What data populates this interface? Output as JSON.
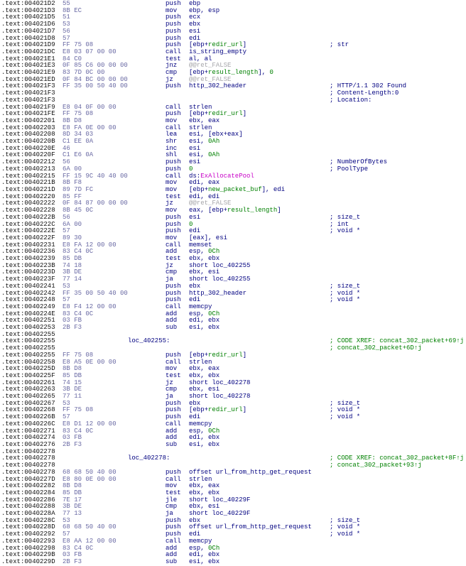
{
  "view": {
    "kind": "disassembly-listing",
    "segment_prefix": ".text:",
    "function_name": "concat_302_packet"
  },
  "colors": {
    "background": "#ffffff",
    "address": "#101010",
    "opcode_bytes": "#6a6aa4",
    "code": "#000080",
    "green": "#008000",
    "gray": "#a6a6aa",
    "magenta": "#c800c8"
  },
  "token_legend": {
    "c": "code-text",
    "g": "local-or-number",
    "y": "dummy-name",
    "m": "import-name"
  },
  "listing": {
    "lines": [
      {
        "addr": "004021D2",
        "bytes": "55",
        "mnemonic": "push",
        "operands": [
          [
            "ebp",
            "c"
          ]
        ]
      },
      {
        "addr": "004021D3",
        "bytes": "8B EC",
        "mnemonic": "mov",
        "operands": [
          [
            "ebp, esp",
            "c"
          ]
        ]
      },
      {
        "addr": "004021D5",
        "bytes": "51",
        "mnemonic": "push",
        "operands": [
          [
            "ecx",
            "c"
          ]
        ]
      },
      {
        "addr": "004021D6",
        "bytes": "53",
        "mnemonic": "push",
        "operands": [
          [
            "ebx",
            "c"
          ]
        ]
      },
      {
        "addr": "004021D7",
        "bytes": "56",
        "mnemonic": "push",
        "operands": [
          [
            "esi",
            "c"
          ]
        ]
      },
      {
        "addr": "004021D8",
        "bytes": "57",
        "mnemonic": "push",
        "operands": [
          [
            "edi",
            "c"
          ]
        ]
      },
      {
        "addr": "004021D9",
        "bytes": "FF 75 08",
        "mnemonic": "push",
        "operands": [
          [
            "[ebp+",
            "c"
          ],
          [
            "redir_url",
            "g"
          ],
          [
            "]",
            "c"
          ]
        ],
        "comment": "; str",
        "comment_type": "a"
      },
      {
        "addr": "004021DC",
        "bytes": "E8 03 07 00 00",
        "mnemonic": "call",
        "operands": [
          [
            "is_string_empty",
            "c"
          ]
        ]
      },
      {
        "addr": "004021E1",
        "bytes": "84 C0",
        "mnemonic": "test",
        "operands": [
          [
            "al, al",
            "c"
          ]
        ]
      },
      {
        "addr": "004021E3",
        "bytes": "0F 85 C6 00 00 00",
        "mnemonic": "jnz",
        "operands": [
          [
            "@@ret_FALSE",
            "y"
          ]
        ]
      },
      {
        "addr": "004021E9",
        "bytes": "83 7D 0C 00",
        "mnemonic": "cmp",
        "operands": [
          [
            "[ebp+",
            "c"
          ],
          [
            "result_length",
            "g"
          ],
          [
            "], ",
            "c"
          ],
          [
            "0",
            "g"
          ]
        ]
      },
      {
        "addr": "004021ED",
        "bytes": "0F 84 BC 00 00 00",
        "mnemonic": "jz",
        "operands": [
          [
            "@@ret_FALSE",
            "y"
          ]
        ]
      },
      {
        "addr": "004021F3",
        "bytes": "FF 35 00 50 40 00",
        "mnemonic": "push",
        "operands": [
          [
            "http_302_header",
            "c"
          ]
        ],
        "comment": "; HTTP/1.1 302 Found",
        "comment_type": "a"
      },
      {
        "addr": "004021F3",
        "comment": "; Content-Length:0",
        "comment_type": "a"
      },
      {
        "addr": "004021F3",
        "comment": "; Location:",
        "comment_type": "a"
      },
      {
        "addr": "004021F9",
        "bytes": "E8 04 0F 00 00",
        "mnemonic": "call",
        "operands": [
          [
            "strlen",
            "c"
          ]
        ]
      },
      {
        "addr": "004021FE",
        "bytes": "FF 75 08",
        "mnemonic": "push",
        "operands": [
          [
            "[ebp+",
            "c"
          ],
          [
            "redir_url",
            "g"
          ],
          [
            "]",
            "c"
          ]
        ]
      },
      {
        "addr": "00402201",
        "bytes": "8B D8",
        "mnemonic": "mov",
        "operands": [
          [
            "ebx, eax",
            "c"
          ]
        ]
      },
      {
        "addr": "00402203",
        "bytes": "E8 FA 0E 00 00",
        "mnemonic": "call",
        "operands": [
          [
            "strlen",
            "c"
          ]
        ]
      },
      {
        "addr": "00402208",
        "bytes": "8D 34 03",
        "mnemonic": "lea",
        "operands": [
          [
            "esi, [ebx+eax]",
            "c"
          ]
        ]
      },
      {
        "addr": "0040220B",
        "bytes": "C1 EE 0A",
        "mnemonic": "shr",
        "operands": [
          [
            "esi, ",
            "c"
          ],
          [
            "0Ah",
            "g"
          ]
        ]
      },
      {
        "addr": "0040220E",
        "bytes": "46",
        "mnemonic": "inc",
        "operands": [
          [
            "esi",
            "c"
          ]
        ]
      },
      {
        "addr": "0040220F",
        "bytes": "C1 E6 0A",
        "mnemonic": "shl",
        "operands": [
          [
            "esi, ",
            "c"
          ],
          [
            "0Ah",
            "g"
          ]
        ]
      },
      {
        "addr": "00402212",
        "bytes": "56",
        "mnemonic": "push",
        "operands": [
          [
            "esi",
            "c"
          ]
        ],
        "comment": "; NumberOfBytes",
        "comment_type": "a"
      },
      {
        "addr": "00402213",
        "bytes": "6A 00",
        "mnemonic": "push",
        "operands": [
          [
            "0",
            "g"
          ]
        ],
        "comment": "; PoolType",
        "comment_type": "a"
      },
      {
        "addr": "00402215",
        "bytes": "FF 15 9C 40 40 00",
        "mnemonic": "call",
        "operands": [
          [
            "ds:",
            "c"
          ],
          [
            "ExAllocatePool",
            "m"
          ]
        ]
      },
      {
        "addr": "0040221B",
        "bytes": "8B F8",
        "mnemonic": "mov",
        "operands": [
          [
            "edi, eax",
            "c"
          ]
        ]
      },
      {
        "addr": "0040221D",
        "bytes": "89 7D FC",
        "mnemonic": "mov",
        "operands": [
          [
            "[ebp+",
            "c"
          ],
          [
            "new_packet_buf",
            "g"
          ],
          [
            "], edi",
            "c"
          ]
        ]
      },
      {
        "addr": "00402220",
        "bytes": "85 FF",
        "mnemonic": "test",
        "operands": [
          [
            "edi, edi",
            "c"
          ]
        ]
      },
      {
        "addr": "00402222",
        "bytes": "0F 84 87 00 00 00",
        "mnemonic": "jz",
        "operands": [
          [
            "@@ret_FALSE",
            "y"
          ]
        ]
      },
      {
        "addr": "00402228",
        "bytes": "8B 45 0C",
        "mnemonic": "mov",
        "operands": [
          [
            "eax, [ebp+",
            "c"
          ],
          [
            "result_length",
            "g"
          ],
          [
            "]",
            "c"
          ]
        ]
      },
      {
        "addr": "0040222B",
        "bytes": "56",
        "mnemonic": "push",
        "operands": [
          [
            "esi",
            "c"
          ]
        ],
        "comment": "; size_t",
        "comment_type": "a"
      },
      {
        "addr": "0040222C",
        "bytes": "6A 00",
        "mnemonic": "push",
        "operands": [
          [
            "0",
            "g"
          ]
        ],
        "comment": "; int",
        "comment_type": "a"
      },
      {
        "addr": "0040222E",
        "bytes": "57",
        "mnemonic": "push",
        "operands": [
          [
            "edi",
            "c"
          ]
        ],
        "comment": "; void *",
        "comment_type": "a"
      },
      {
        "addr": "0040222F",
        "bytes": "89 30",
        "mnemonic": "mov",
        "operands": [
          [
            "[eax], esi",
            "c"
          ]
        ]
      },
      {
        "addr": "00402231",
        "bytes": "E8 FA 12 00 00",
        "mnemonic": "call",
        "operands": [
          [
            "memset",
            "c"
          ]
        ]
      },
      {
        "addr": "00402236",
        "bytes": "83 C4 0C",
        "mnemonic": "add",
        "operands": [
          [
            "esp, ",
            "c"
          ],
          [
            "0Ch",
            "g"
          ]
        ]
      },
      {
        "addr": "00402239",
        "bytes": "85 DB",
        "mnemonic": "test",
        "operands": [
          [
            "ebx, ebx",
            "c"
          ]
        ]
      },
      {
        "addr": "0040223B",
        "bytes": "74 18",
        "mnemonic": "jz",
        "operands": [
          [
            "short loc_402255",
            "c"
          ]
        ]
      },
      {
        "addr": "0040223D",
        "bytes": "3B DE",
        "mnemonic": "cmp",
        "operands": [
          [
            "ebx, esi",
            "c"
          ]
        ]
      },
      {
        "addr": "0040223F",
        "bytes": "77 14",
        "mnemonic": "ja",
        "operands": [
          [
            "short loc_402255",
            "c"
          ]
        ]
      },
      {
        "addr": "00402241",
        "bytes": "53",
        "mnemonic": "push",
        "operands": [
          [
            "ebx",
            "c"
          ]
        ],
        "comment": "; size_t",
        "comment_type": "a"
      },
      {
        "addr": "00402242",
        "bytes": "FF 35 00 50 40 00",
        "mnemonic": "push",
        "operands": [
          [
            "http_302_header",
            "c"
          ]
        ],
        "comment": "; void *",
        "comment_type": "a"
      },
      {
        "addr": "00402248",
        "bytes": "57",
        "mnemonic": "push",
        "operands": [
          [
            "edi",
            "c"
          ]
        ],
        "comment": "; void *",
        "comment_type": "a"
      },
      {
        "addr": "00402249",
        "bytes": "E8 F4 12 00 00",
        "mnemonic": "call",
        "operands": [
          [
            "memcpy",
            "c"
          ]
        ]
      },
      {
        "addr": "0040224E",
        "bytes": "83 C4 0C",
        "mnemonic": "add",
        "operands": [
          [
            "esp, ",
            "c"
          ],
          [
            "0Ch",
            "g"
          ]
        ]
      },
      {
        "addr": "00402251",
        "bytes": "03 FB",
        "mnemonic": "add",
        "operands": [
          [
            "edi, ebx",
            "c"
          ]
        ]
      },
      {
        "addr": "00402253",
        "bytes": "2B F3",
        "mnemonic": "sub",
        "operands": [
          [
            "esi, ebx",
            "c"
          ]
        ]
      },
      {
        "addr": "00402255"
      },
      {
        "addr": "00402255",
        "label": "loc_402255:",
        "comment": "; CODE XREF: concat_302_packet+69↑j",
        "comment_type": "x"
      },
      {
        "addr": "00402255",
        "comment": "; concat_302_packet+6D↑j",
        "comment_type": "x"
      },
      {
        "addr": "00402255",
        "bytes": "FF 75 08",
        "mnemonic": "push",
        "operands": [
          [
            "[ebp+",
            "c"
          ],
          [
            "redir_url",
            "g"
          ],
          [
            "]",
            "c"
          ]
        ]
      },
      {
        "addr": "00402258",
        "bytes": "E8 A5 0E 00 00",
        "mnemonic": "call",
        "operands": [
          [
            "strlen",
            "c"
          ]
        ]
      },
      {
        "addr": "0040225D",
        "bytes": "8B D8",
        "mnemonic": "mov",
        "operands": [
          [
            "ebx, eax",
            "c"
          ]
        ]
      },
      {
        "addr": "0040225F",
        "bytes": "85 DB",
        "mnemonic": "test",
        "operands": [
          [
            "ebx, ebx",
            "c"
          ]
        ]
      },
      {
        "addr": "00402261",
        "bytes": "74 15",
        "mnemonic": "jz",
        "operands": [
          [
            "short loc_402278",
            "c"
          ]
        ]
      },
      {
        "addr": "00402263",
        "bytes": "3B DE",
        "mnemonic": "cmp",
        "operands": [
          [
            "ebx, esi",
            "c"
          ]
        ]
      },
      {
        "addr": "00402265",
        "bytes": "77 11",
        "mnemonic": "ja",
        "operands": [
          [
            "short loc_402278",
            "c"
          ]
        ]
      },
      {
        "addr": "00402267",
        "bytes": "53",
        "mnemonic": "push",
        "operands": [
          [
            "ebx",
            "c"
          ]
        ],
        "comment": "; size_t",
        "comment_type": "a"
      },
      {
        "addr": "00402268",
        "bytes": "FF 75 08",
        "mnemonic": "push",
        "operands": [
          [
            "[ebp+",
            "c"
          ],
          [
            "redir_url",
            "g"
          ],
          [
            "]",
            "c"
          ]
        ],
        "comment": "; void *",
        "comment_type": "a"
      },
      {
        "addr": "0040226B",
        "bytes": "57",
        "mnemonic": "push",
        "operands": [
          [
            "edi",
            "c"
          ]
        ],
        "comment": "; void *",
        "comment_type": "a"
      },
      {
        "addr": "0040226C",
        "bytes": "E8 D1 12 00 00",
        "mnemonic": "call",
        "operands": [
          [
            "memcpy",
            "c"
          ]
        ]
      },
      {
        "addr": "00402271",
        "bytes": "83 C4 0C",
        "mnemonic": "add",
        "operands": [
          [
            "esp, ",
            "c"
          ],
          [
            "0Ch",
            "g"
          ]
        ]
      },
      {
        "addr": "00402274",
        "bytes": "03 FB",
        "mnemonic": "add",
        "operands": [
          [
            "edi, ebx",
            "c"
          ]
        ]
      },
      {
        "addr": "00402276",
        "bytes": "2B F3",
        "mnemonic": "sub",
        "operands": [
          [
            "esi, ebx",
            "c"
          ]
        ]
      },
      {
        "addr": "00402278"
      },
      {
        "addr": "00402278",
        "label": "loc_402278:",
        "comment": "; CODE XREF: concat_302_packet+8F↑j",
        "comment_type": "x"
      },
      {
        "addr": "00402278",
        "comment": "; concat_302_packet+93↑j",
        "comment_type": "x"
      },
      {
        "addr": "00402278",
        "bytes": "68 68 50 40 00",
        "mnemonic": "push",
        "operands": [
          [
            "offset url_from_http_get_request",
            "c"
          ]
        ]
      },
      {
        "addr": "0040227D",
        "bytes": "E8 80 0E 00 00",
        "mnemonic": "call",
        "operands": [
          [
            "strlen",
            "c"
          ]
        ]
      },
      {
        "addr": "00402282",
        "bytes": "8B D8",
        "mnemonic": "mov",
        "operands": [
          [
            "ebx, eax",
            "c"
          ]
        ]
      },
      {
        "addr": "00402284",
        "bytes": "85 DB",
        "mnemonic": "test",
        "operands": [
          [
            "ebx, ebx",
            "c"
          ]
        ]
      },
      {
        "addr": "00402286",
        "bytes": "7E 17",
        "mnemonic": "jle",
        "operands": [
          [
            "short loc_40229F",
            "c"
          ]
        ]
      },
      {
        "addr": "00402288",
        "bytes": "3B DE",
        "mnemonic": "cmp",
        "operands": [
          [
            "ebx, esi",
            "c"
          ]
        ]
      },
      {
        "addr": "0040228A",
        "bytes": "77 13",
        "mnemonic": "ja",
        "operands": [
          [
            "short loc_40229F",
            "c"
          ]
        ]
      },
      {
        "addr": "0040228C",
        "bytes": "53",
        "mnemonic": "push",
        "operands": [
          [
            "ebx",
            "c"
          ]
        ],
        "comment": "; size_t",
        "comment_type": "a"
      },
      {
        "addr": "0040228D",
        "bytes": "68 68 50 40 00",
        "mnemonic": "push",
        "operands": [
          [
            "offset url_from_http_get_request",
            "c"
          ]
        ],
        "comment": "; void *",
        "comment_type": "a"
      },
      {
        "addr": "00402292",
        "bytes": "57",
        "mnemonic": "push",
        "operands": [
          [
            "edi",
            "c"
          ]
        ],
        "comment": "; void *",
        "comment_type": "a"
      },
      {
        "addr": "00402293",
        "bytes": "E8 AA 12 00 00",
        "mnemonic": "call",
        "operands": [
          [
            "memcpy",
            "c"
          ]
        ]
      },
      {
        "addr": "00402298",
        "bytes": "83 C4 0C",
        "mnemonic": "add",
        "operands": [
          [
            "esp, ",
            "c"
          ],
          [
            "0Ch",
            "g"
          ]
        ]
      },
      {
        "addr": "0040229B",
        "bytes": "03 FB",
        "mnemonic": "add",
        "operands": [
          [
            "edi, ebx",
            "c"
          ]
        ]
      },
      {
        "addr": "0040229D",
        "bytes": "2B F3",
        "mnemonic": "sub",
        "operands": [
          [
            "esi, ebx",
            "c"
          ]
        ]
      }
    ]
  }
}
